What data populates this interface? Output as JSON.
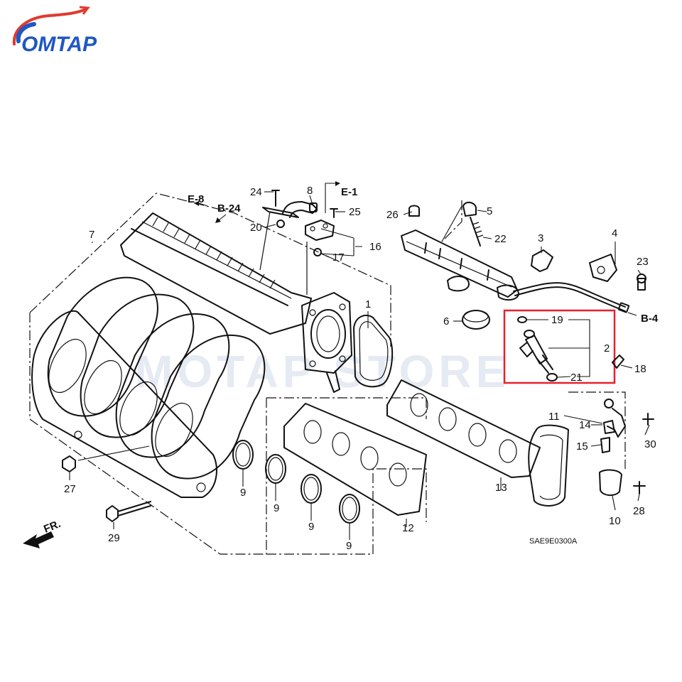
{
  "brand": {
    "name": "OMTAP",
    "watermark": "MOTAP STORE",
    "color": "#1f57c3",
    "accent": "#e03a2f"
  },
  "highlight_color": "#e8202a",
  "diagram_code": "SAE9E0300A",
  "direction_label": "FR.",
  "references": {
    "e8": "E-8",
    "b24": "B-24",
    "e1": "E-1",
    "b4": "B-4"
  },
  "callouts": {
    "p1": "1",
    "p2": "2",
    "p3": "3",
    "p4": "4",
    "p5": "5",
    "p6": "6",
    "p7": "7",
    "p8": "8",
    "p9a": "9",
    "p9b": "9",
    "p9c": "9",
    "p9d": "9",
    "p10": "10",
    "p11": "11",
    "p12": "12",
    "p13": "13",
    "p14": "14",
    "p15": "15",
    "p16": "16",
    "p17": "17",
    "p18": "18",
    "p19": "19",
    "p20": "20",
    "p21": "21",
    "p22": "22",
    "p23": "23",
    "p24": "24",
    "p25": "25",
    "p26": "26",
    "p27": "27",
    "p28": "28",
    "p29": "29",
    "p30": "30"
  }
}
